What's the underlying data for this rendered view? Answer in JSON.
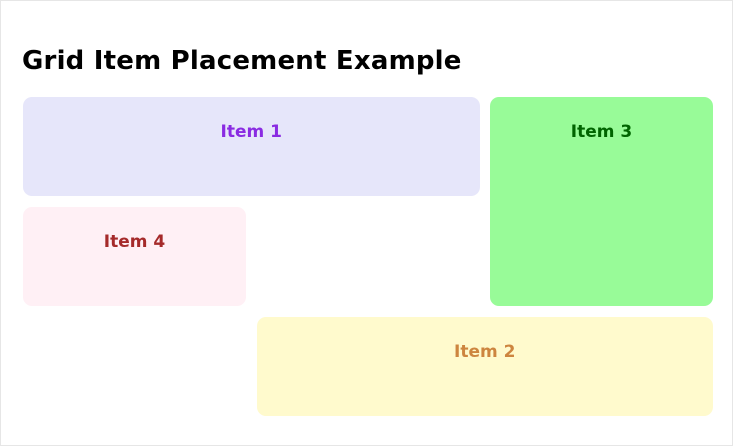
{
  "page": {
    "title": "Grid Item Placement Example"
  },
  "items": [
    {
      "label": "Item 1",
      "background": "#E6E6FA",
      "color": "#8A2BE2"
    },
    {
      "label": "Item 2",
      "background": "#FFFACD",
      "color": "#CD853F"
    },
    {
      "label": "Item 3",
      "background": "#98FB98",
      "color": "#006400"
    },
    {
      "label": "Item 4",
      "background": "#FFF0F5",
      "color": "#A52A2A"
    }
  ]
}
